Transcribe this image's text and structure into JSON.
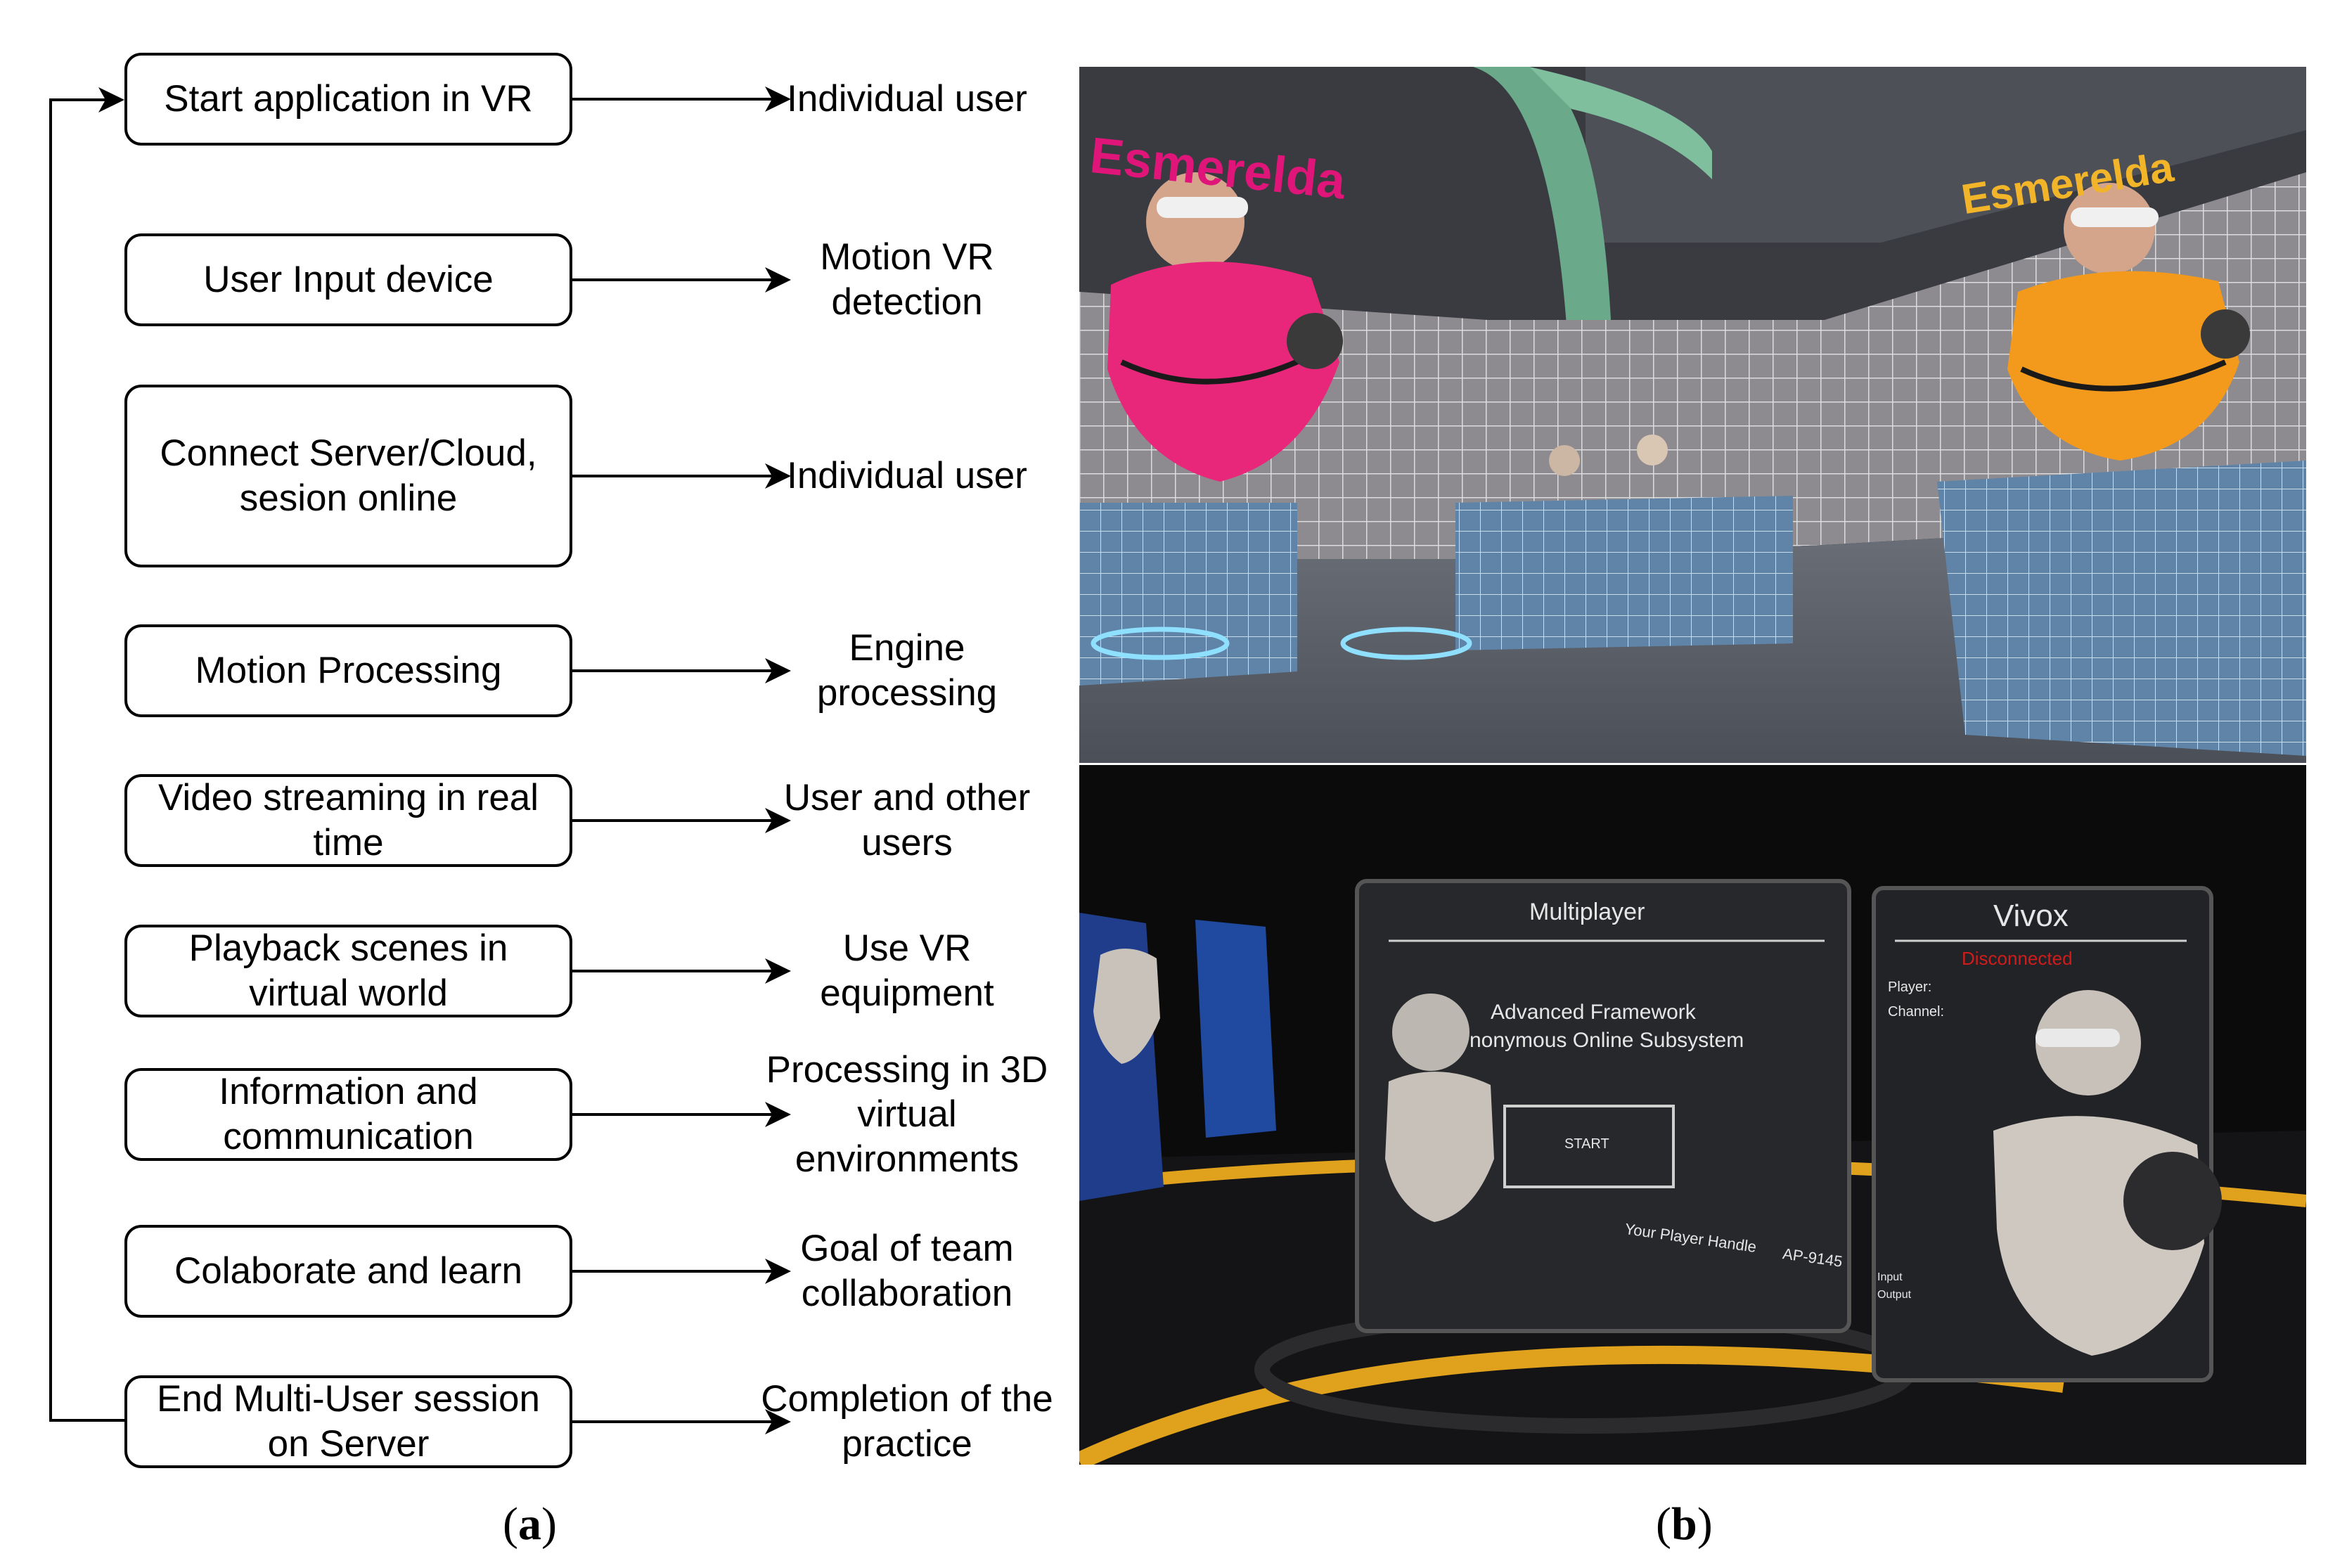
{
  "flowchart": {
    "steps": [
      {
        "label": "Start application in VR",
        "outcome": "Individual user"
      },
      {
        "label": "User Input device",
        "outcome": "Motion VR detection"
      },
      {
        "label": "Connect Server/Cloud, sesion online",
        "outcome": "Individual user"
      },
      {
        "label": "Motion Processing",
        "outcome": "Engine processing"
      },
      {
        "label": "Video streaming in real time",
        "outcome": "User and other users"
      },
      {
        "label": "Playback scenes in virtual world",
        "outcome": "Use VR equipment"
      },
      {
        "label": "Information and communication",
        "outcome": "Processing in 3D virtual environments"
      },
      {
        "label": "Colaborate and learn",
        "outcome": "Goal of team collaboration"
      },
      {
        "label": "End Multi-User session on Server",
        "outcome": "Completion of the practice"
      }
    ]
  },
  "captions": {
    "a": "a",
    "b": "b"
  },
  "scene_top": {
    "avatar_left_name": "Esmerelda",
    "avatar_right_name": "Esmerelda",
    "avatar_left_color": "#e8267a",
    "avatar_right_color": "#f39a1c",
    "name_left_color": "#e0157a",
    "name_right_color": "#f2b52a"
  },
  "scene_bottom": {
    "multiplayer_title": "Multiplayer",
    "framework_line1": "Advanced Framework",
    "framework_line2": "nonymous Online Subsystem",
    "start_button": "START",
    "player_handle_label": "Your Player Handle",
    "player_handle_value": "AP-9145",
    "vivox_title": "Vivox",
    "vivox_status": "Disconnected",
    "vivox_player_label": "Player:",
    "vivox_channel_label": "Channel:",
    "vivox_input_label": "Input",
    "vivox_output_label": "Output",
    "status_color": "#d21b1b"
  }
}
